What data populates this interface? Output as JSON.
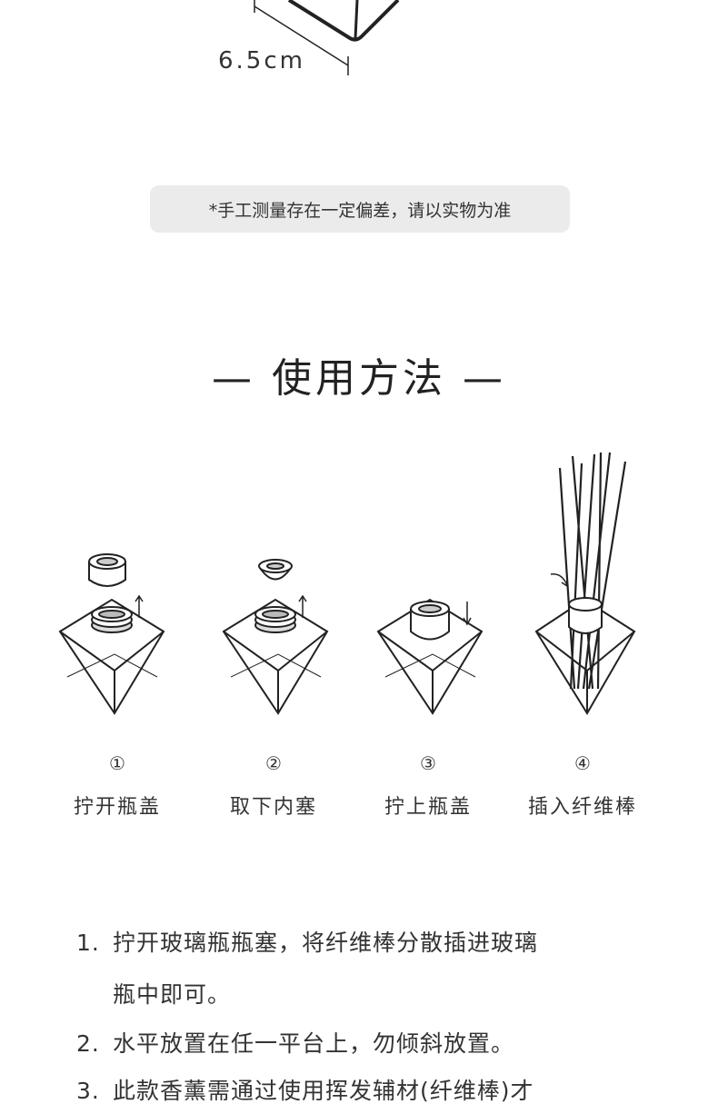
{
  "dimension": {
    "label": "6.5cm"
  },
  "note": "*手工测量存在一定偏差，请以实物为准",
  "section_title": "— 使用方法 —",
  "steps": [
    {
      "number": "①",
      "label": "拧开瓶盖"
    },
    {
      "number": "②",
      "label": "取下内塞"
    },
    {
      "number": "③",
      "label": "拧上瓶盖"
    },
    {
      "number": "④",
      "label": "插入纤维棒"
    }
  ],
  "instructions": [
    {
      "number": "1.",
      "lines": [
        "拧开玻璃瓶瓶塞，将纤维棒分散插进玻璃",
        "瓶中即可。"
      ]
    },
    {
      "number": "2.",
      "lines": [
        "水平放置在任一平台上，勿倾斜放置。"
      ]
    },
    {
      "number": "3.",
      "lines": [
        "此款香薰需通过使用挥发辅材(纤维棒)才"
      ]
    }
  ]
}
